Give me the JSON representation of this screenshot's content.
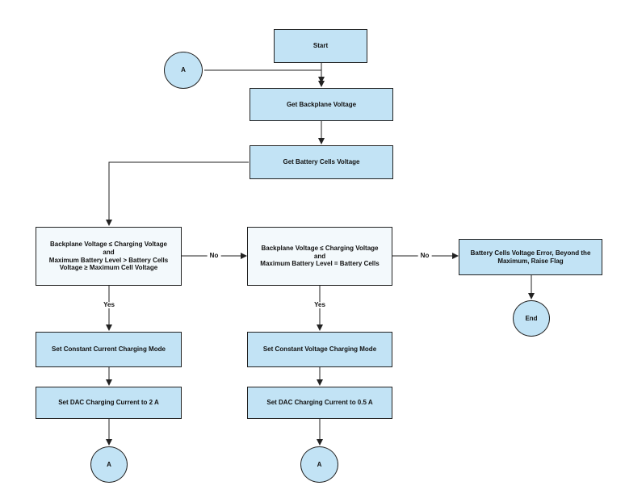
{
  "nodes": {
    "start": "Start",
    "connector_top": "A",
    "get_backplane": "Get Backplane Voltage",
    "get_cells": "Get Battery Cells Voltage",
    "decision_1": "Backplane Voltage ≤ Charging Voltage\nand\nMaximum Battery Level > Battery Cells\nVoltage ≥ Maximum Cell Voltage",
    "decision_2": "Backplane Voltage ≤ Charging Voltage\nand\nMaximum Battery Level = Battery Cells",
    "error": "Battery Cells Voltage Error, Beyond the\nMaximum, Raise Flag",
    "end": "End",
    "cc_mode": "Set Constant Current Charging Mode",
    "cv_mode": "Set Constant Voltage Charging Mode",
    "dac_2a": "Set DAC Charging Current to 2 A",
    "dac_05a": "Set DAC Charging Current to 0.5 A",
    "connector_left": "A",
    "connector_mid": "A"
  },
  "edge_labels": {
    "no_1": "No",
    "no_2": "No",
    "yes_1": "Yes",
    "yes_2": "Yes"
  },
  "colors": {
    "box_fill": "#c2e3f5",
    "decision_fill": "#f3f9fc",
    "line": "#222222"
  }
}
